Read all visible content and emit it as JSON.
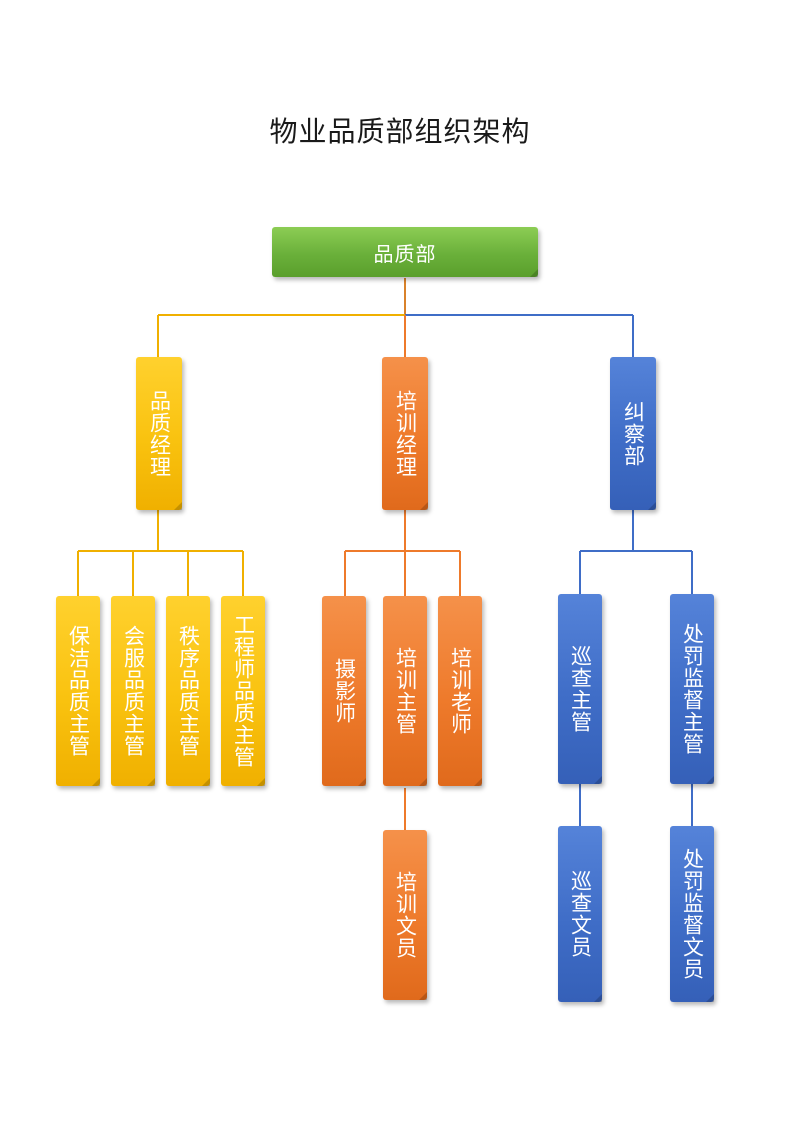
{
  "title": "物业品质部组织架构",
  "colors": {
    "root": "#6ab03a",
    "quality": "#f9c20f",
    "training": "#ee7a2b",
    "inspection": "#3f6dc7"
  },
  "root": {
    "label": "品质部"
  },
  "departments": [
    {
      "label": "品质经理",
      "children": [
        {
          "label": "保洁品质主管"
        },
        {
          "label": "会服品质主管"
        },
        {
          "label": "秩序品质主管"
        },
        {
          "label": "工程师品质主管"
        }
      ]
    },
    {
      "label": "培训经理",
      "children": [
        {
          "label": "摄影师"
        },
        {
          "label": "培训主管",
          "children": [
            {
              "label": "培训文员"
            }
          ]
        },
        {
          "label": "培训老师"
        }
      ]
    },
    {
      "label": "纠察部",
      "children": [
        {
          "label": "巡查主管",
          "children": [
            {
              "label": "巡查文员"
            }
          ]
        },
        {
          "label": "处罚监督主管",
          "children": [
            {
              "label": "处罚监督文员"
            }
          ]
        }
      ]
    }
  ]
}
